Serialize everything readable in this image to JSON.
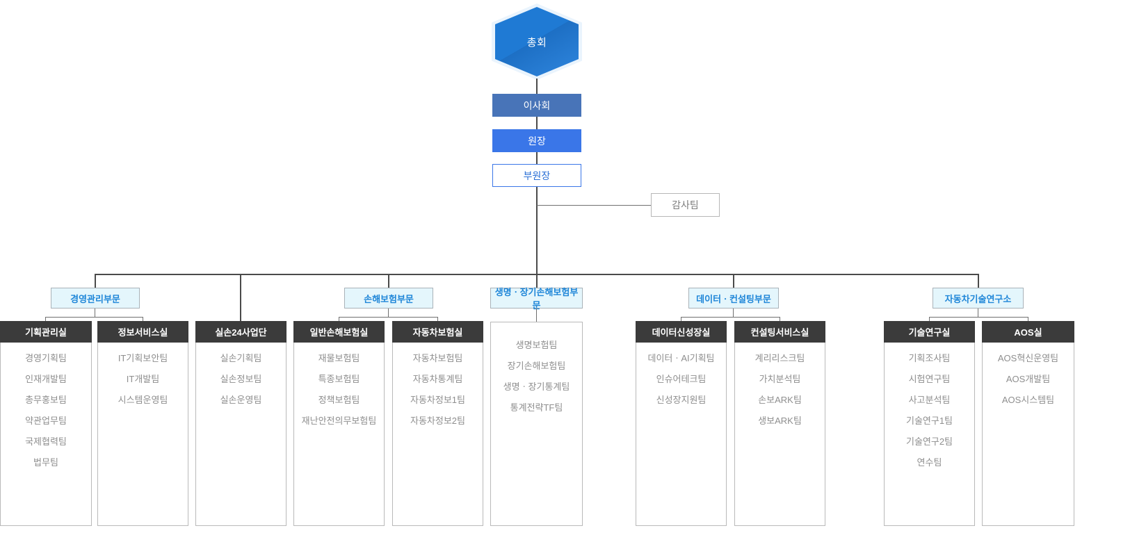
{
  "title": "조직도",
  "top": {
    "assembly": "총회",
    "board": "이사회",
    "president": "원장",
    "vice_president": "부원장",
    "audit": "감사팀"
  },
  "colors": {
    "hex_fill": "#1f7ad4",
    "hex_halo": "#eaf4fd",
    "board_fill": "#4874b8",
    "president_fill": "#3a76e8",
    "vice_outline": "#3a76e8",
    "division_fill": "#e4f6fc",
    "division_text": "#1f86d8",
    "dept_header_fill": "#3b3b3b",
    "team_text": "#8e8e8e",
    "line": "#4a4a4a",
    "audit_border": "#b7b7b7"
  },
  "divisions": [
    {
      "id": "mgmt",
      "label": "경영관리부문"
    },
    {
      "id": "general",
      "label": "손해보험부문"
    },
    {
      "id": "life",
      "label": "생명ㆍ장기손해보험부문"
    },
    {
      "id": "data",
      "label": "데이터ㆍ컨설팅부문"
    },
    {
      "id": "auto_lab",
      "label": "자동차기술연구소"
    }
  ],
  "departments": [
    {
      "id": "planning",
      "header": "기획관리실",
      "teams": [
        "경영기획팀",
        "인재개발팀",
        "총무홍보팀",
        "약관업무팀",
        "국제협력팀",
        "법무팀"
      ]
    },
    {
      "id": "it",
      "header": "정보서비스실",
      "teams": [
        "IT기획보안팀",
        "IT개발팀",
        "시스템운영팀"
      ]
    },
    {
      "id": "silson24",
      "header": "실손24사업단",
      "teams": [
        "실손기획팀",
        "실손정보팀",
        "실손운영팀"
      ]
    },
    {
      "id": "general_ins",
      "header": "일반손해보험실",
      "teams": [
        "재물보험팀",
        "특종보험팀",
        "정책보험팀",
        "재난안전의무보험팀"
      ]
    },
    {
      "id": "auto_ins",
      "header": "자동차보험실",
      "teams": [
        "자동차보험팀",
        "자동차통계팀",
        "자동차정보1팀",
        "자동차정보2팀"
      ]
    },
    {
      "id": "life_ins",
      "header": "",
      "teams": [
        "생명보험팀",
        "장기손해보험팀",
        "생명ㆍ장기통계팀",
        "통계전략TF팀"
      ]
    },
    {
      "id": "data_growth",
      "header": "데이터신성장실",
      "teams": [
        "데이터ㆍAI기획팀",
        "인슈어테크팀",
        "신성장지원팀"
      ]
    },
    {
      "id": "consulting",
      "header": "컨설팅서비스실",
      "teams": [
        "계리리스크팀",
        "가치분석팀",
        "손보ARK팀",
        "생보ARK팀"
      ]
    },
    {
      "id": "tech_lab",
      "header": "기술연구실",
      "teams": [
        "기획조사팀",
        "시험연구팀",
        "사고분석팀",
        "기술연구1팀",
        "기술연구2팀",
        "연수팀"
      ]
    },
    {
      "id": "aos",
      "header": "AOS실",
      "teams": [
        "AOS혁신운영팀",
        "AOS개발팀",
        "AOS시스템팀"
      ]
    }
  ]
}
